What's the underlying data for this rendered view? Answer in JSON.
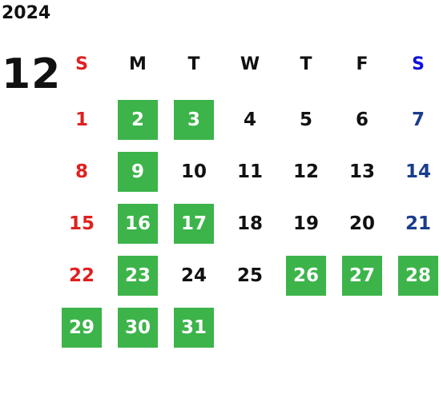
{
  "year": "2024",
  "month": "12",
  "weekdays": [
    "S",
    "M",
    "T",
    "W",
    "T",
    "F",
    "S"
  ],
  "first_weekday": 0,
  "days_in_month": 31,
  "highlighted_days": [
    2,
    3,
    9,
    16,
    17,
    23,
    26,
    27,
    28,
    29,
    30,
    31
  ],
  "colors": {
    "default_text": "#111111",
    "sunday": "#e02020",
    "saturday_header": "#1010dd",
    "saturday": "#1a3c8c",
    "highlight_background": "#3cb44a",
    "highlight_text": "#ffffff"
  }
}
